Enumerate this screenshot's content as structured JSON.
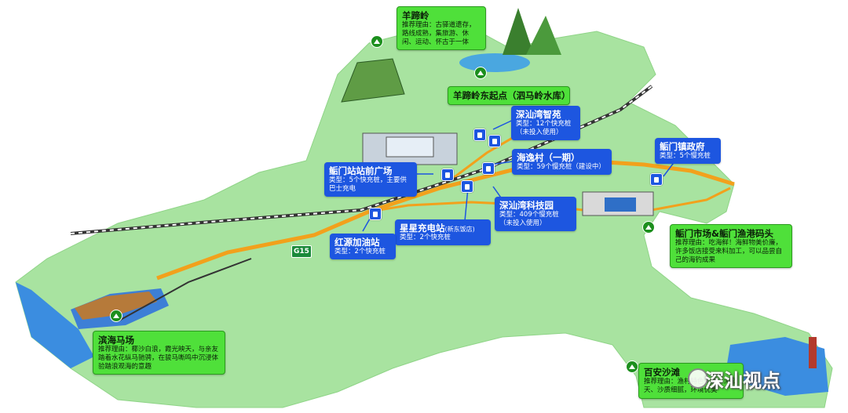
{
  "colors": {
    "land": "#a8e3a0",
    "road": "#f2a11c",
    "rail": "#333333",
    "water": "#3b8de0",
    "card_blue": "#1d56e0",
    "card_green": "#4fe03a"
  },
  "highway": {
    "shield_label": "G15"
  },
  "watermark": {
    "text": "深汕视点",
    "icon": "wechat-icon"
  },
  "places": {
    "yangtijunling": {
      "title": "羊蹄岭",
      "desc": "推荐理由：古驿道遗存，路线成熟，集旅游、休闲、运动、怀古于一体"
    },
    "yangtijunling_east": {
      "title": "羊蹄岭东起点（泗马岭水库）"
    },
    "shenshan_zhiyuan": {
      "title": "深汕湾智苑",
      "desc": "类型：12个快充桩（未投入使用）"
    },
    "haiyi_village": {
      "title": "海逸村（一期）",
      "desc": "类型：59个慢充桩（建设中）"
    },
    "mentown_gov": {
      "title": "鲘门镇政府",
      "desc": "类型：5个慢充桩"
    },
    "station_square": {
      "title": "鲘门站站前广场",
      "desc": "类型：5个快充桩，主要供巴士充电"
    },
    "tech_park": {
      "title": "深汕湾科技园",
      "desc": "类型：409个慢充桩（未投入使用）"
    },
    "xingxing": {
      "title": "星星充电站",
      "title_note": "(新东饭店)",
      "desc": "类型：2个快充桩"
    },
    "hongyuan": {
      "title": "红源加油站",
      "desc": "类型：2个快充桩"
    },
    "market": {
      "title": "鲘门市场&鲘门渔港码头",
      "desc": "推荐理由：吃海鲜！海鲜物美价廉，许多饭店接受来料加工，可以品尝自己的海钓成果"
    },
    "horse_farm": {
      "title": "滨海马场",
      "desc": "推荐理由：椰沙白浪，霞光映天，与亲友踏着水花纵马驰骋，在骏马嘶鸣中沉浸体验踏浪观海的意趣"
    },
    "baian_beach": {
      "title": "百安沙滩",
      "desc": "推荐理由：渔村特色民宿，海蓝天、沙质细腻，环境优美"
    }
  }
}
